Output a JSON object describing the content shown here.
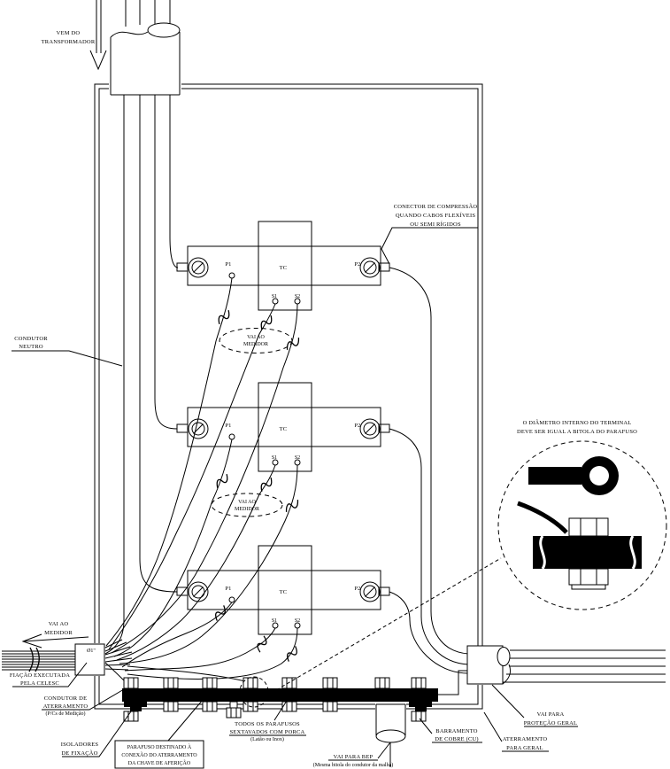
{
  "labels": {
    "vem_transformador": [
      "VEM DO",
      "TRANSFORMADOR"
    ],
    "conector_compressao": [
      "CONECTOR DE COMPRESSÃO",
      "QUANDO CABOS FLEXÍVEIS",
      "OU SEMI RÍGIDOS"
    ],
    "condutor_neutro": [
      "CONDUTOR",
      "NEUTRO"
    ],
    "vai_ao_medidor": [
      "VAI AO",
      "MEDIDOR"
    ],
    "diametro_terminal": [
      "O DIÂMETRO INTERNO DO TERMINAL",
      "DEVE SER IGUAL A BITOLA DO PARAFUSO"
    ],
    "fiacao_celesc": [
      "FIAÇÃO EXECUTADA",
      "PELA CELESC"
    ],
    "condutor_aterramento": [
      "CONDUTOR DE",
      "ATERRAMENTO",
      "(P/Cs de Medição)"
    ],
    "isoladores_fixacao": [
      "ISOLADORES",
      "DE FIXAÇÃO"
    ],
    "parafuso_aterramento": [
      "PARAFUSO DESTINADO À",
      "CONEXÃO DO ATERRAMENTO",
      "DA CHAVE DE AFERIÇÃO"
    ],
    "todos_parafusos": [
      "TODOS OS PARAFUSOS",
      "SEXTAVADOS COM PORCA",
      "(Latão ou Inox)"
    ],
    "vai_para_bep": [
      "VAI PARA BEP",
      "(Mesma bitola do condutor da malha)"
    ],
    "barramento_cobre": [
      "BARRAMENTO",
      "DE COBRE (CU)"
    ],
    "aterramento_geral": [
      "ATERRAMENTO",
      "PARA GERAL"
    ],
    "vai_protecao_geral": [
      "VAI PARA",
      "PROTEÇÃO GERAL"
    ],
    "conduit_diameter": "Ø1\""
  },
  "tc": {
    "p1": "P1",
    "core": "TC",
    "p2": "P2",
    "s1": "S1",
    "s2": "S2"
  }
}
